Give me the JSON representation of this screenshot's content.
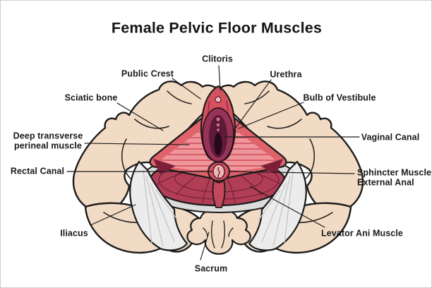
{
  "title": "Female Pelvic Floor Muscles",
  "labels": {
    "clitoris": "Clitoris",
    "public_crest": "Public Crest",
    "urethra": "Urethra",
    "sciatic_bone": "Sciatic bone",
    "deep_transverse_line1": "Deep transverse",
    "deep_transverse_line2": "perineal muscle",
    "rectal_canal": "Rectal Canal",
    "bulb_of_vestibule": "Bulb of Vestibule",
    "vaginal_canal": "Vaginal Canal",
    "sphincter_line1": "Sphincter Muscle",
    "sphincter_line2": "External Anal",
    "levator_ani": "Levator Ani Muscle",
    "iliacus": "Iliacus",
    "sacrum": "Sacrum"
  },
  "colors": {
    "outline": "#1b1b1b",
    "bone": "#f2dbc4",
    "muscle_red": "#e0636c",
    "muscle_pink": "#f0969b",
    "red_striation": "#c33f4f",
    "deep_red": "#b23e56",
    "deep_striation": "#7e2540",
    "maroon": "#7e1f3a",
    "hood_red": "#d4525e",
    "vestibule": "#953457",
    "vestibule_inner": "#5e1a38",
    "slit": "#260819",
    "anus_fill": "#f0b6b2",
    "glans": "#f0c4c4",
    "gray_fan": "#ececec",
    "gray_streak": "#c2c2c2",
    "crescent": "#dcdcdc",
    "leader": "#1a1a1a",
    "frame": "#cfcfcf"
  }
}
